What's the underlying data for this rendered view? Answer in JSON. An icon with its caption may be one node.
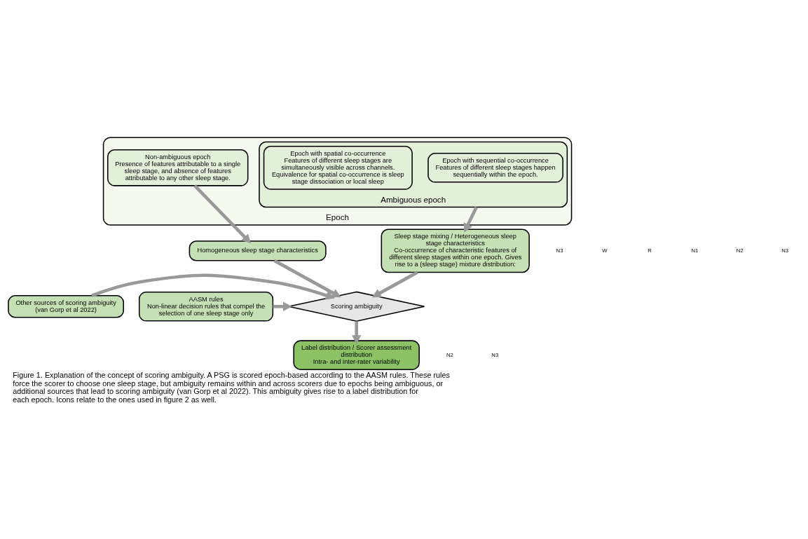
{
  "diagram": {
    "caption": "Figure 1. Explanation of the concept of scoring ambiguity. A PSG is scored epoch-based according to the AASM rules. These rules force the scorer to choose one sleep stage, but ambiguity remains within and across scorers due to epochs being ambiguous, or additional sources that lead to scoring ambiguity (van Gorp et al 2022). This ambiguity gives rise to a label distribution for each epoch. Icons relate to the ones used in figure 2 as well.",
    "nodes": [
      {
        "text": [
          "Epoch"
        ]
      },
      {
        "text": [
          "Non-ambiguous epoch",
          "Presence of features attributable to a single sleep stage, and absence of features attributable to any other sleep stage."
        ],
        "in": 0
      },
      {
        "text": [
          "Ambiguous epoch"
        ],
        "in": 0
      },
      {
        "text": [
          "Epoch with sequential co-occurrence",
          "Features of different sleep stages happen sequentially within the epoch."
        ],
        "in": 2
      },
      {
        "text": [
          "Epoch with spatial co-occurrence",
          "Features of different sleep stages are simultaneously visible across channels.",
          "Equivalence for spatial co-occurrence is sleep stage dissociation or local sleep"
        ],
        "in": 2
      },
      {
        "text": [
          "Homogeneous sleep stage characteristics"
        ]
      },
      {
        "text": [
          "Sleep stage mixing / Heterogeneous sleep stage characteristics",
          "Co-occurrence of characteristic features of different sleep stages within one epoch. Gives rise to a (sleep stage) mixture distribution:"
        ]
      },
      {
        "text": [
          "Other sources of scoring ambiguity",
          "(van Gorp et al 2022)"
        ]
      },
      {
        "text": [
          "Scoring ambiguity"
        ]
      },
      {
        "text": [
          "AASM rules",
          "Non-linear decision rules that compel the selection of one sleep stage only"
        ]
      },
      {
        "text": [
          "Label distribution / Scorer assessment distribution",
          "Intra- and inter-rater variability"
        ]
      }
    ],
    "edges": [
      {
        "from": 1,
        "to": 5,
        "arrow": "to"
      },
      {
        "from": 2,
        "to": 6,
        "arrow": "to"
      },
      {
        "from": 5,
        "to": 8,
        "arrow": "to"
      },
      {
        "from": 6,
        "to": 8,
        "arrow": "to"
      },
      {
        "from": 7,
        "to": 8,
        "arrow": "to"
      },
      {
        "from": 9,
        "to": 8,
        "arrow": "to"
      },
      {
        "from": 8,
        "to": 10,
        "arrow": "to"
      }
    ],
    "labels": [
      "N3",
      "W",
      "R",
      "N1",
      "N2",
      "N3",
      "N2",
      "N3"
    ]
  }
}
